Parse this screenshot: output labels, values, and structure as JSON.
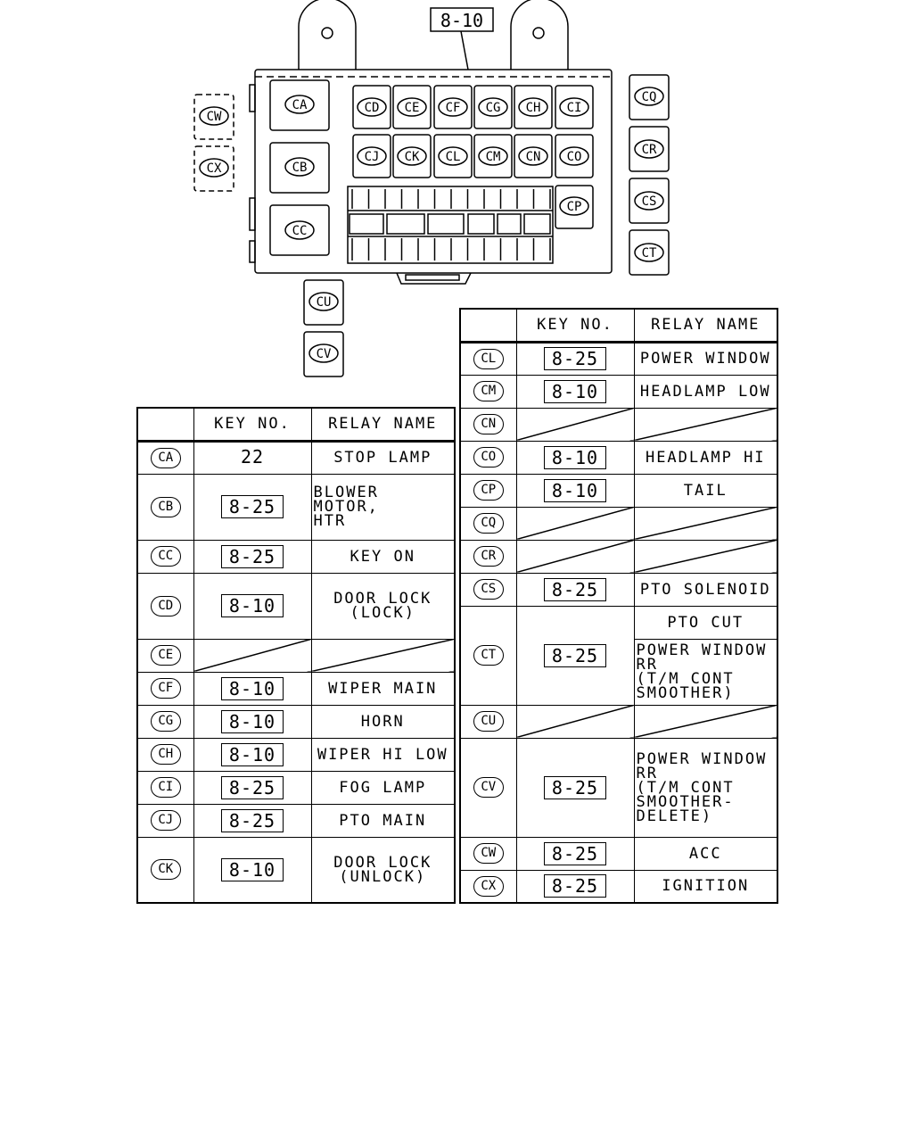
{
  "diagram": {
    "top_key": "8-10",
    "box_relays": {
      "left_column": [
        "CA",
        "CB",
        "CC"
      ],
      "row1": [
        "CD",
        "CE",
        "CF",
        "CG",
        "CH",
        "CI"
      ],
      "row2": [
        "CJ",
        "CK",
        "CL",
        "CM",
        "CN",
        "CO"
      ],
      "side": "CP",
      "outer_left": [
        "CW",
        "CX"
      ],
      "outer_right": [
        "CQ",
        "CR",
        "CS",
        "CT"
      ],
      "outer_bottom": [
        "CU",
        "CV"
      ]
    }
  },
  "table_left": {
    "headers": [
      "KEY NO.",
      "RELAY NAME"
    ],
    "rows": [
      {
        "id": "CA",
        "key": "22",
        "boxed": false,
        "name": "STOP LAMP",
        "align": "center",
        "tall": false
      },
      {
        "id": "CB",
        "key": "8-25",
        "boxed": true,
        "name": "BLOWER MOTOR,\nHTR",
        "align": "left",
        "tall": true
      },
      {
        "id": "CC",
        "key": "8-25",
        "boxed": true,
        "name": "KEY ON",
        "align": "center",
        "tall": false
      },
      {
        "id": "CD",
        "key": "8-10",
        "boxed": true,
        "name": "DOOR LOCK\n(LOCK)",
        "align": "centerish",
        "tall": true
      },
      {
        "id": "CE",
        "key": "",
        "boxed": false,
        "name": "",
        "align": "center",
        "tall": false,
        "empty": true
      },
      {
        "id": "CF",
        "key": "8-10",
        "boxed": true,
        "name": "WIPER MAIN",
        "align": "center",
        "tall": false
      },
      {
        "id": "CG",
        "key": "8-10",
        "boxed": true,
        "name": "HORN",
        "align": "center",
        "tall": false
      },
      {
        "id": "CH",
        "key": "8-10",
        "boxed": true,
        "name": "WIPER HI LOW",
        "align": "center",
        "tall": false
      },
      {
        "id": "CI",
        "key": "8-25",
        "boxed": true,
        "name": "FOG LAMP",
        "align": "center",
        "tall": false
      },
      {
        "id": "CJ",
        "key": "8-25",
        "boxed": true,
        "name": "PTO MAIN",
        "align": "center",
        "tall": false
      },
      {
        "id": "CK",
        "key": "8-10",
        "boxed": true,
        "name": "DOOR LOCK\n(UNLOCK)",
        "align": "centerish",
        "tall": true
      }
    ]
  },
  "table_right": {
    "headers": [
      "KEY NO.",
      "RELAY NAME"
    ],
    "rows": [
      {
        "id": "CL",
        "key": "8-25",
        "name": "POWER WINDOW",
        "align": "center"
      },
      {
        "id": "CM",
        "key": "8-10",
        "name": "HEADLAMP LOW",
        "align": "center"
      },
      {
        "id": "CN",
        "key": "",
        "name": "",
        "empty": true
      },
      {
        "id": "CO",
        "key": "8-10",
        "name": "HEADLAMP HI",
        "align": "center"
      },
      {
        "id": "CP",
        "key": "8-10",
        "name": "TAIL",
        "align": "center"
      },
      {
        "id": "CQ",
        "key": "",
        "name": "",
        "empty": true
      },
      {
        "id": "CR",
        "key": "",
        "name": "",
        "empty": true
      },
      {
        "id": "CS",
        "key": "8-25",
        "name": "PTO SOLENOID",
        "align": "center"
      },
      {
        "id": "CT",
        "key": "8-25",
        "name": "PTO CUT",
        "name2": "POWER WINDOW\nRR\n(T/M CONT\nSMOOTHER)",
        "split": true
      },
      {
        "id": "CU",
        "key": "",
        "name": "",
        "empty": true
      },
      {
        "id": "CV",
        "key": "8-25",
        "name": "POWER WINDOW\nRR\n(T/M CONT\nSMOOTHER-\nDELETE)",
        "align": "left",
        "tall3": true
      },
      {
        "id": "CW",
        "key": "8-25",
        "name": "ACC",
        "align": "center"
      },
      {
        "id": "CX",
        "key": "8-25",
        "name": "IGNITION",
        "align": "center"
      }
    ]
  }
}
